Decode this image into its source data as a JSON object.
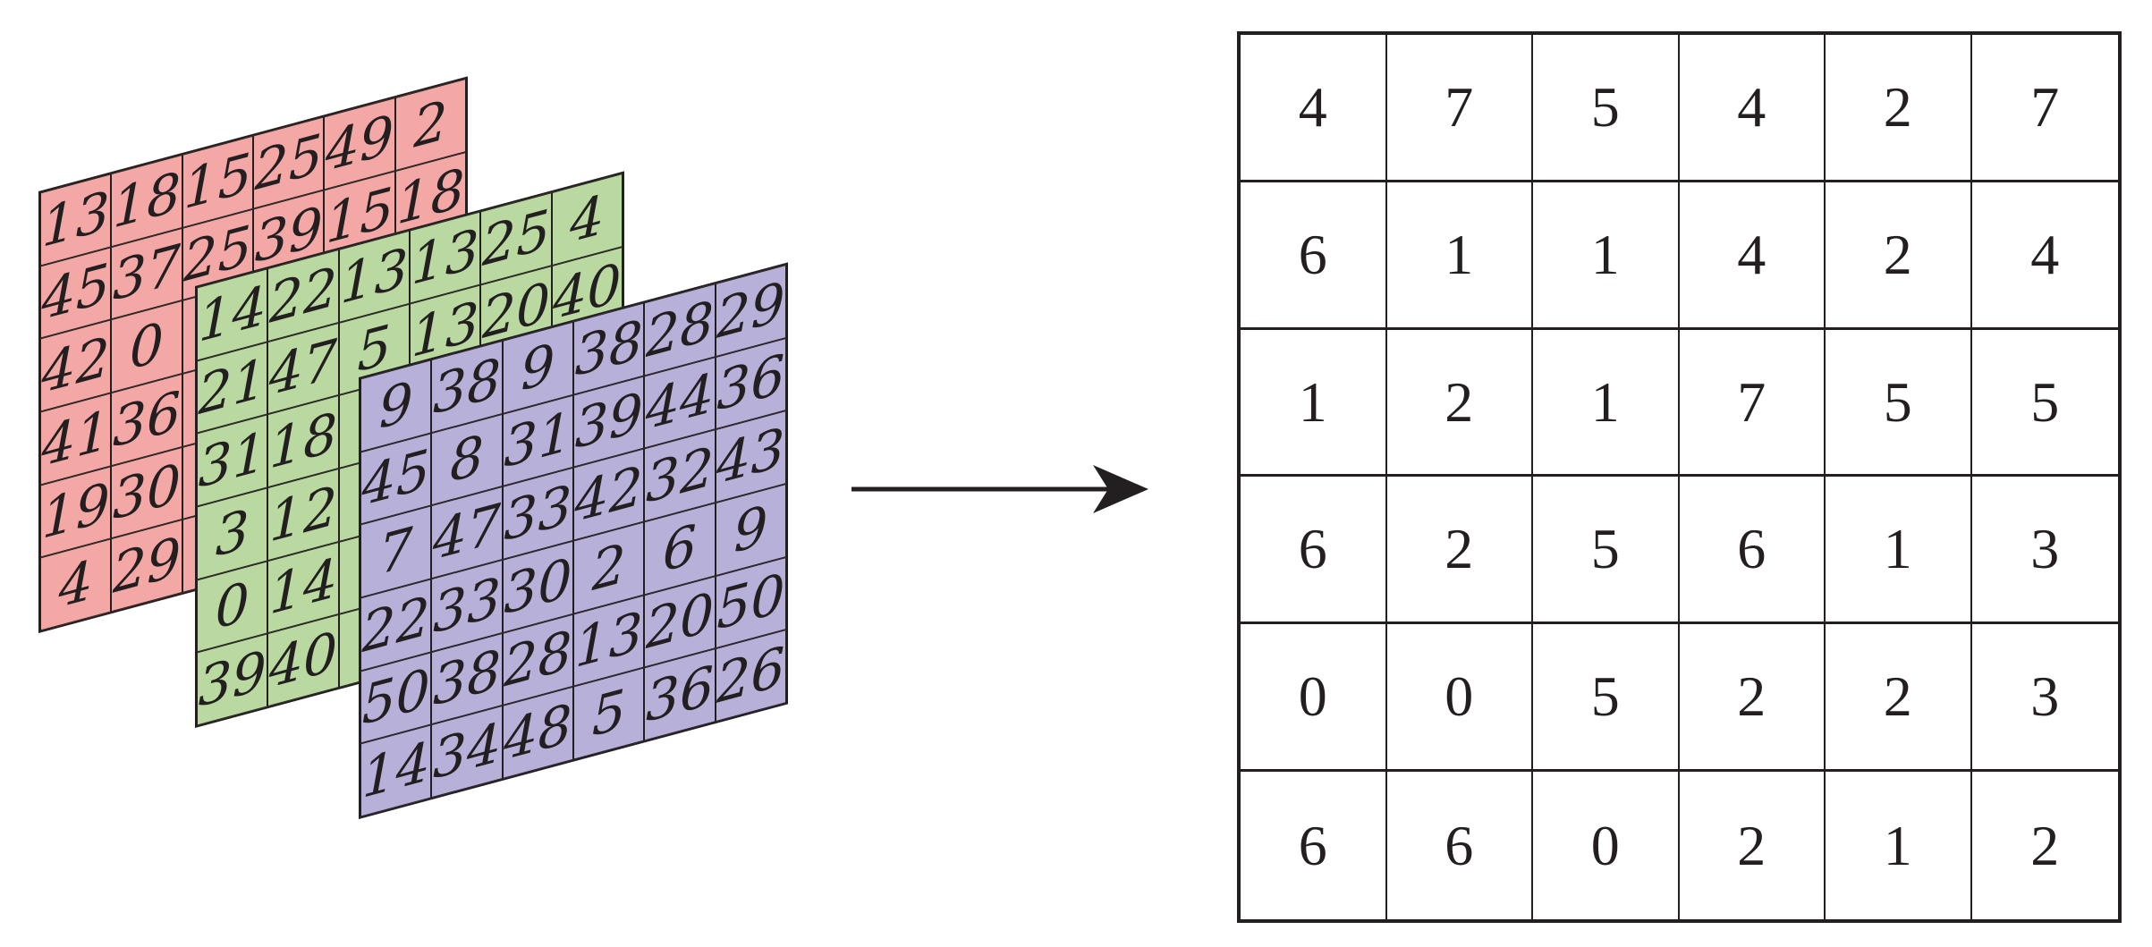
{
  "line_color": "#231f20",
  "channels": [
    {
      "name": "back-red-channel",
      "color": "#f4a8a6",
      "rows": [
        [
          "13",
          "18",
          "15",
          "25",
          "49",
          "2"
        ],
        [
          "45",
          "37",
          "25",
          "39",
          "15",
          "18"
        ],
        [
          "42",
          "0",
          "",
          "",
          "",
          ""
        ],
        [
          "41",
          "36",
          "",
          "",
          "",
          ""
        ],
        [
          "19",
          "30",
          "",
          "",
          "",
          ""
        ],
        [
          "4",
          "29",
          "",
          "",
          "",
          ""
        ]
      ]
    },
    {
      "name": "middle-green-channel",
      "color": "#b9d9a0",
      "rows": [
        [
          "14",
          "22",
          "13",
          "13",
          "25",
          "4"
        ],
        [
          "21",
          "47",
          "5",
          "13",
          "20",
          "40"
        ],
        [
          "31",
          "18",
          "",
          "",
          "",
          ""
        ],
        [
          "3",
          "12",
          "",
          "",
          "",
          ""
        ],
        [
          "0",
          "14",
          "",
          "",
          "",
          ""
        ],
        [
          "39",
          "40",
          "",
          "",
          "",
          ""
        ]
      ]
    },
    {
      "name": "front-purple-channel",
      "color": "#b7b1da",
      "rows": [
        [
          "9",
          "38",
          "9",
          "38",
          "28",
          "29"
        ],
        [
          "45",
          "8",
          "31",
          "39",
          "44",
          "36"
        ],
        [
          "7",
          "47",
          "33",
          "42",
          "32",
          "43"
        ],
        [
          "22",
          "33",
          "30",
          "2",
          "6",
          "9"
        ],
        [
          "50",
          "38",
          "28",
          "13",
          "20",
          "50"
        ],
        [
          "14",
          "34",
          "48",
          "5",
          "36",
          "26"
        ]
      ]
    }
  ],
  "arrow": {
    "direction": "right",
    "color": "#231f20"
  },
  "output_table": {
    "rows": [
      [
        "4",
        "7",
        "5",
        "4",
        "2",
        "7"
      ],
      [
        "6",
        "1",
        "1",
        "4",
        "2",
        "4"
      ],
      [
        "1",
        "2",
        "1",
        "7",
        "5",
        "5"
      ],
      [
        "6",
        "2",
        "5",
        "6",
        "1",
        "3"
      ],
      [
        "0",
        "0",
        "5",
        "2",
        "2",
        "3"
      ],
      [
        "6",
        "6",
        "0",
        "2",
        "1",
        "2"
      ]
    ]
  }
}
